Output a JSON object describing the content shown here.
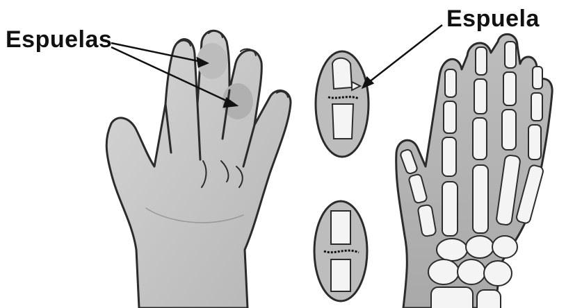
{
  "labels": {
    "left": "Espuelas",
    "right": "Espuela"
  },
  "colors": {
    "skin": "#c9c9c9",
    "skin_shadow": "#a8a8a8",
    "outline": "#333333",
    "bone": "#f4f4f4",
    "background": "#ffffff"
  },
  "icons": {
    "hand": "hand-illustration",
    "skeleton": "hand-skeleton",
    "joint": "finger-joint-closeup"
  }
}
